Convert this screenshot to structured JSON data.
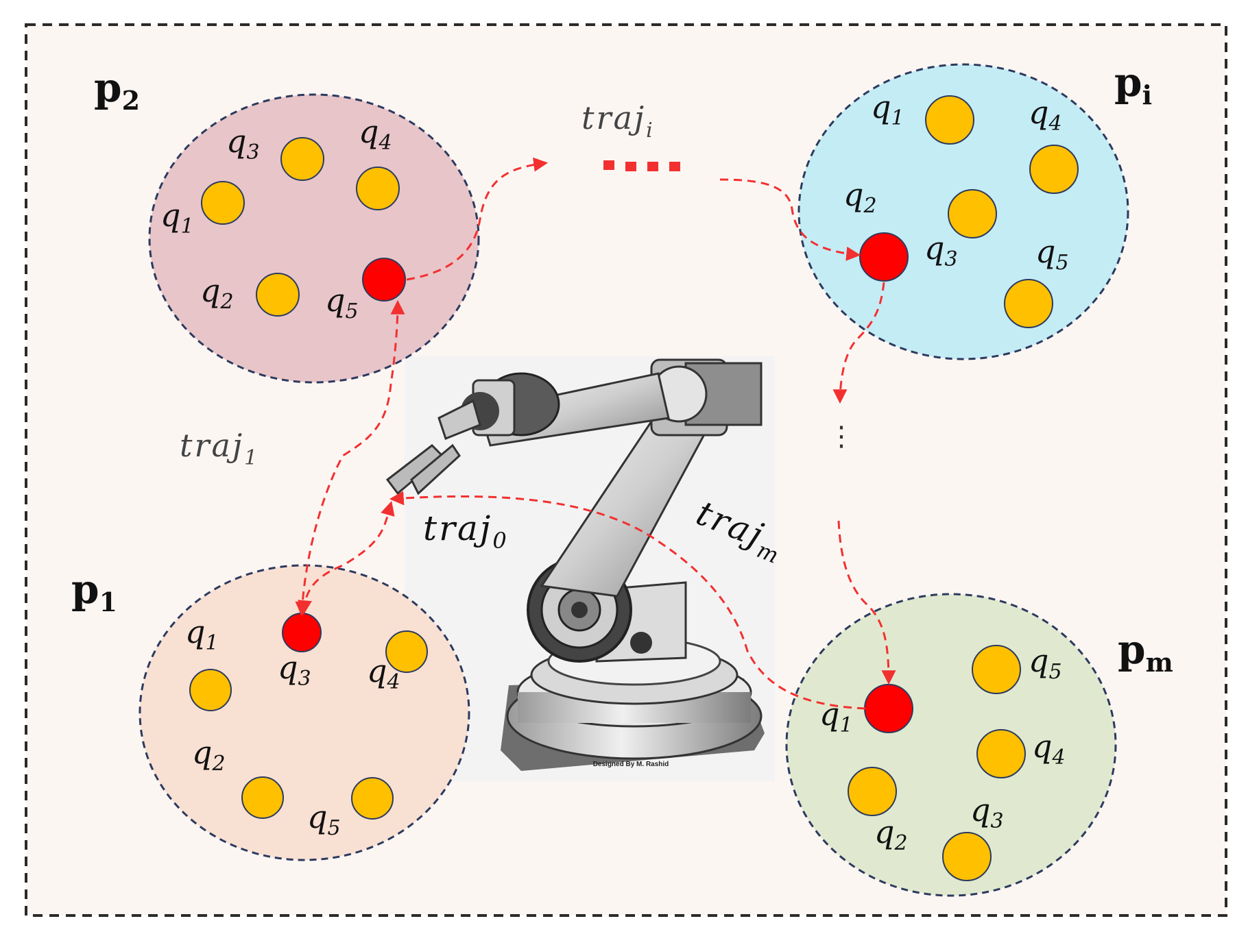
{
  "colors": {
    "frame_bg": "#fcf6f3",
    "frame_border": "#2a2a2a",
    "circle_border": "#2c3a5e",
    "p2_fill": "#e8c5c9",
    "pi_fill": "#c4ecf5",
    "p1_fill": "#f8e0d3",
    "pm_fill": "#e0e9cf",
    "node_fill": "#ffc000",
    "active_fill": "#ff0000",
    "trajectory": "#f23030",
    "label": "#111111",
    "traj_label_dim": "#444444"
  },
  "groups": {
    "p2": {
      "label": "p",
      "sub": "2"
    },
    "pi": {
      "label": "p",
      "sub": "i"
    },
    "p1": {
      "label": "p",
      "sub": "1"
    },
    "pm": {
      "label": "p",
      "sub": "m"
    }
  },
  "nodes": {
    "q": "q",
    "s1": "1",
    "s2": "2",
    "s3": "3",
    "s4": "4",
    "s5": "5"
  },
  "trajectories": {
    "traj_base": "traj",
    "t0_sub": "0",
    "t1_sub": "1",
    "ti_sub": "i",
    "tm_sub": "m",
    "ellipsis": "⋮"
  },
  "robot": {
    "icon": "robot-arm-icon",
    "caption": "Designed By M. Rashid"
  }
}
